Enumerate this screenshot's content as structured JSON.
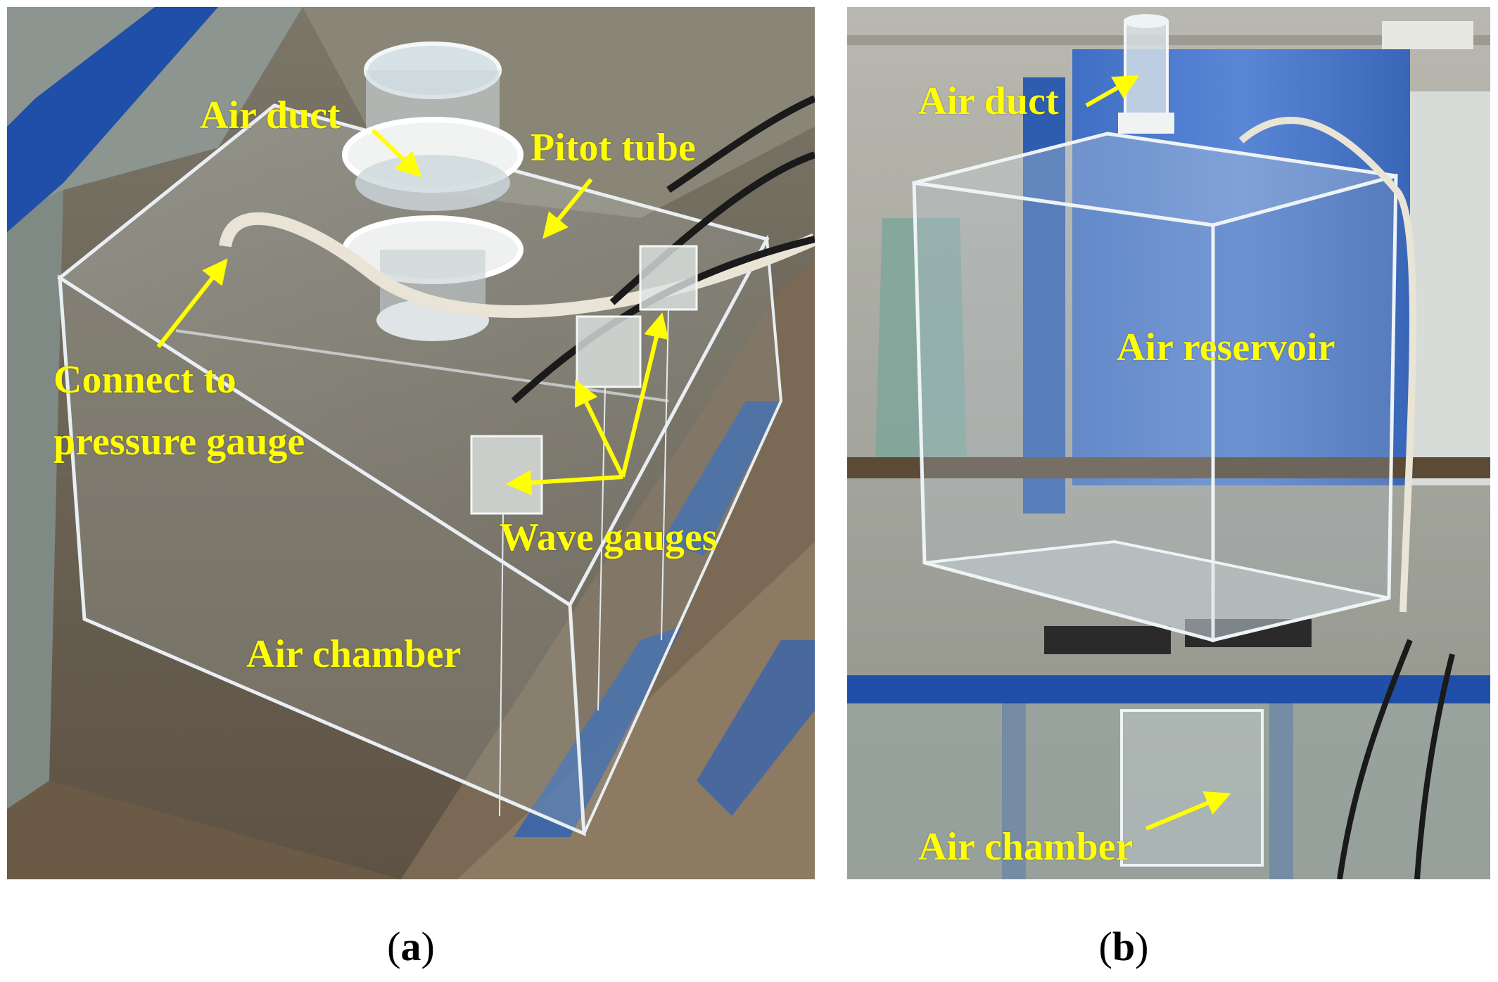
{
  "panels": {
    "a": {
      "caption_open": "(",
      "caption_letter": "a",
      "caption_close": ")",
      "labels": {
        "air_duct": "Air duct",
        "pitot_tube": "Pitot tube",
        "connect_line1": "Connect to",
        "connect_line2": "pressure gauge",
        "wave_gauges": "Wave gauges",
        "air_chamber": "Air chamber"
      }
    },
    "b": {
      "caption_open": "(",
      "caption_letter": "b",
      "caption_close": ")",
      "labels": {
        "air_duct": "Air duct",
        "air_reservoir": "Air reservoir",
        "air_chamber": "Air chamber"
      }
    }
  },
  "colors": {
    "annotation": "#ffff00",
    "frame_blue": "#1f4fa8",
    "acrylic_edge": "#e8eef2"
  }
}
